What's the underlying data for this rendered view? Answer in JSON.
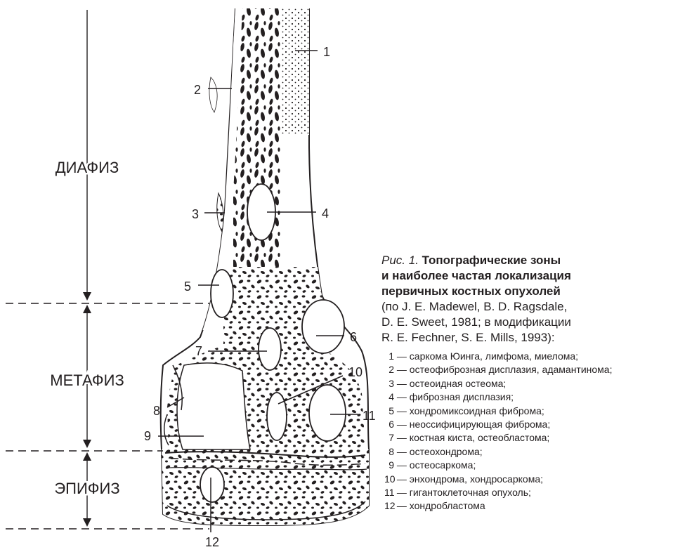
{
  "zones": {
    "diaphysis": "ДИАФИЗ",
    "metaphysis": "МЕТАФИЗ",
    "epiphysis": "ЭПИФИЗ"
  },
  "numbers": [
    "1",
    "2",
    "3",
    "4",
    "5",
    "6",
    "7",
    "8",
    "9",
    "10",
    "11",
    "12"
  ],
  "caption": {
    "label": "Рис. 1.",
    "title_line1": "Топографические зоны",
    "title_line2": "и наиболее частая локализация",
    "title_line3": "первичных костных опухолей",
    "source_line1": "(по J. E. Madewel, B. D. Ragsdale,",
    "source_line2": "D. E. Sweet, 1981; в модификации",
    "source_line3": "R. E. Fechner, S. E. Mills, 1993):"
  },
  "legend": [
    {
      "num": "1",
      "text": "саркома Юинга, лимфома, миелома;"
    },
    {
      "num": "2",
      "text": "остеофиброзная дисплазия, адамантинома;"
    },
    {
      "num": "3",
      "text": "остеоидная остеома;"
    },
    {
      "num": "4",
      "text": "фиброзная дисплазия;"
    },
    {
      "num": "5",
      "text": "хондромиксоидная фиброма;"
    },
    {
      "num": "6",
      "text": "неоссифицирующая фиброма;"
    },
    {
      "num": "7",
      "text": "костная киста, остеобластома;"
    },
    {
      "num": "8",
      "text": "остеохондрома;"
    },
    {
      "num": "9",
      "text": "остеосаркома;"
    },
    {
      "num": "10",
      "text": "энхондрома, хондросаркома;"
    },
    {
      "num": "11",
      "text": "гигантоклеточная опухоль;"
    },
    {
      "num": "12",
      "text": "хондробластома"
    }
  ],
  "dash": " — "
}
